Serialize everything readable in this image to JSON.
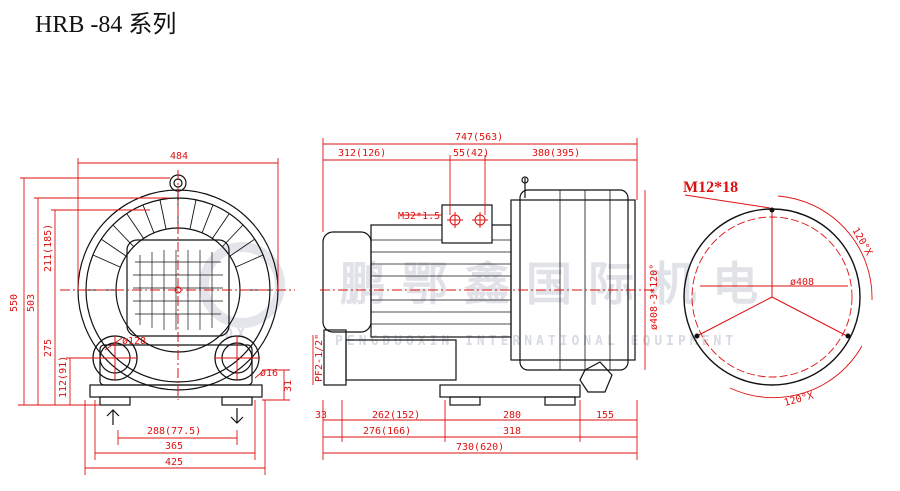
{
  "title": "HRB -84 系列",
  "front_view": {
    "width_top": "484",
    "height_total": "550",
    "height_503": "503",
    "height_211": "211(185)",
    "height_275": "275",
    "height_112": "112(91)",
    "dia_inlet": "ø128",
    "dia_small": "ø16",
    "dim_31": "31",
    "base_288": "288(77.5)",
    "base_365": "365",
    "base_425": "425"
  },
  "side_view": {
    "length_top": "747(563)",
    "seg_312": "312(126)",
    "seg_55": "55(42)",
    "seg_380": "380(395)",
    "thread_m32": "M32*1.5",
    "pf_label": "PF2-1/2\"",
    "hole_dia": "ø408-3*120°",
    "dim_33": "33",
    "dim_262": "262(152)",
    "dim_280": "280",
    "dim_155": "155",
    "dim_276": "276(166)",
    "dim_318": "318",
    "length_bottom": "730(620)"
  },
  "flange_view": {
    "bolt_label": "M12*18",
    "bolt_circle": "ø408",
    "angle_top": "120°X",
    "angle_bottom": "120°X"
  },
  "watermark": {
    "chinese": "鹏 鄂 鑫 国 际 机 电",
    "english": "PENGDUOXIN INTERNATIONAL EQUIPMENT",
    "logo": "DX"
  },
  "colors": {
    "dimension": "#dd1111",
    "outline": "#111111",
    "watermark": "#c7ccd6"
  }
}
